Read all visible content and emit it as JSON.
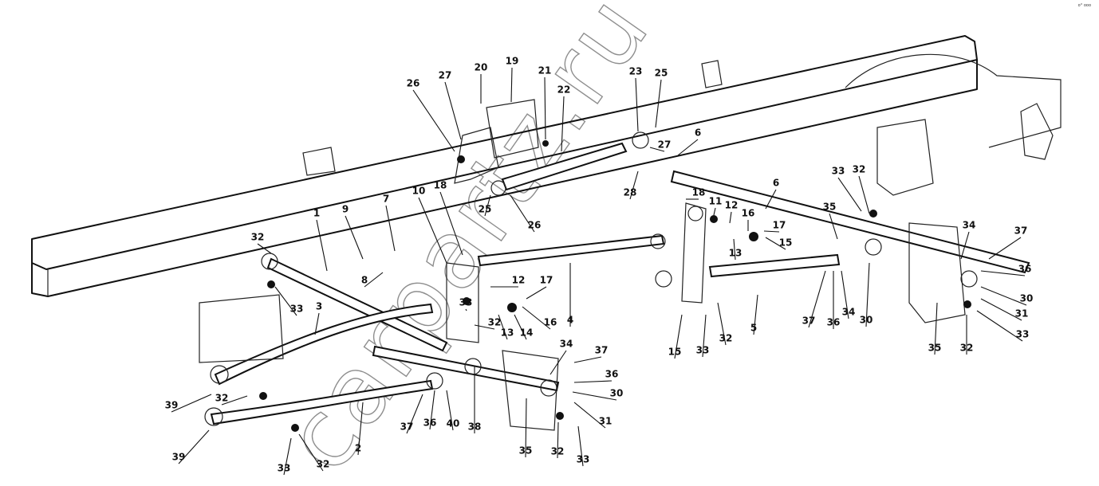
{
  "watermark": "carpartz.ru",
  "corner_mark": "o° ooo",
  "labels": [
    {
      "text": "19"
    },
    {
      "text": "20"
    },
    {
      "text": "21"
    },
    {
      "text": "22"
    },
    {
      "text": "26"
    },
    {
      "text": "27"
    },
    {
      "text": "23"
    },
    {
      "text": "25"
    },
    {
      "text": "27"
    },
    {
      "text": "6"
    },
    {
      "text": "28"
    },
    {
      "text": "25"
    },
    {
      "text": "26"
    },
    {
      "text": "1"
    },
    {
      "text": "9"
    },
    {
      "text": "7"
    },
    {
      "text": "10"
    },
    {
      "text": "18"
    },
    {
      "text": "32"
    },
    {
      "text": "33"
    },
    {
      "text": "8"
    },
    {
      "text": "3"
    },
    {
      "text": "12"
    },
    {
      "text": "17"
    },
    {
      "text": "4"
    },
    {
      "text": "13"
    },
    {
      "text": "14"
    },
    {
      "text": "16"
    },
    {
      "text": "33"
    },
    {
      "text": "32"
    },
    {
      "text": "18"
    },
    {
      "text": "11"
    },
    {
      "text": "12"
    },
    {
      "text": "16"
    },
    {
      "text": "17"
    },
    {
      "text": "6"
    },
    {
      "text": "13"
    },
    {
      "text": "15"
    },
    {
      "text": "33"
    },
    {
      "text": "32"
    },
    {
      "text": "35"
    },
    {
      "text": "34"
    },
    {
      "text": "37"
    },
    {
      "text": "36"
    },
    {
      "text": "30"
    },
    {
      "text": "31"
    },
    {
      "text": "33"
    },
    {
      "text": "32"
    },
    {
      "text": "35"
    },
    {
      "text": "30"
    },
    {
      "text": "34"
    },
    {
      "text": "36"
    },
    {
      "text": "37"
    },
    {
      "text": "5"
    },
    {
      "text": "32"
    },
    {
      "text": "33"
    },
    {
      "text": "15"
    },
    {
      "text": "34"
    },
    {
      "text": "37"
    },
    {
      "text": "36"
    },
    {
      "text": "30"
    },
    {
      "text": "31"
    },
    {
      "text": "39"
    },
    {
      "text": "32"
    },
    {
      "text": "39"
    },
    {
      "text": "2"
    },
    {
      "text": "33"
    },
    {
      "text": "32"
    },
    {
      "text": "37"
    },
    {
      "text": "36"
    },
    {
      "text": "40"
    },
    {
      "text": "38"
    },
    {
      "text": "35"
    },
    {
      "text": "32"
    },
    {
      "text": "33"
    }
  ]
}
